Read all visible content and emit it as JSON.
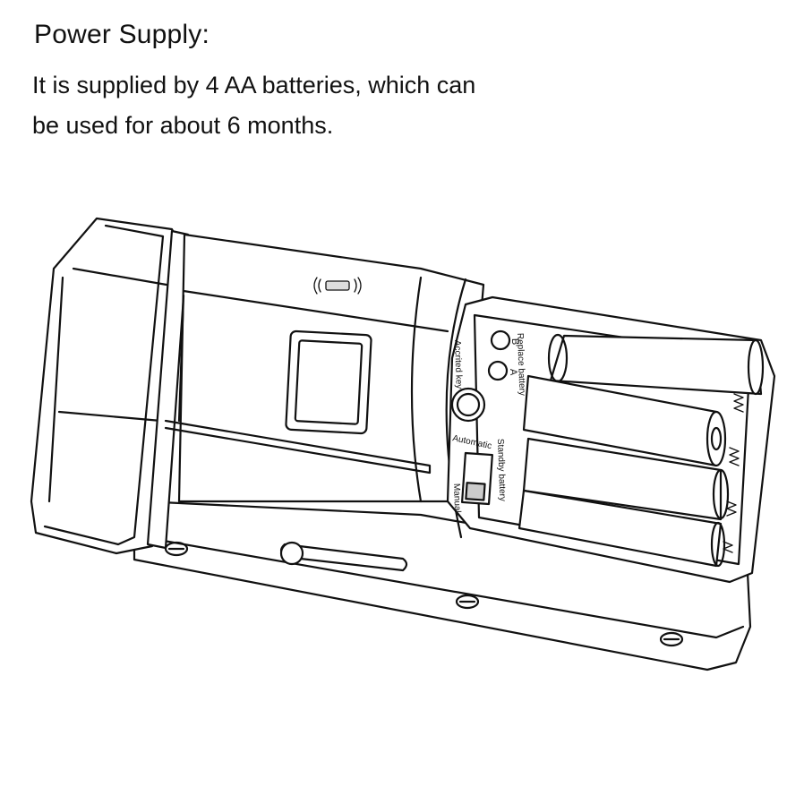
{
  "heading": "Power Supply:",
  "body": {
    "line1": "It is supplied by 4 AA batteries, which can",
    "line2": "be used for about 6 months."
  },
  "labels": {
    "accredited_key": "Accrited key",
    "button_a": "A",
    "button_b": "B",
    "replace_battery": "Replace battery",
    "automatic": "Automatic",
    "manual": "Manual",
    "standby_battery": "Standby battery"
  }
}
